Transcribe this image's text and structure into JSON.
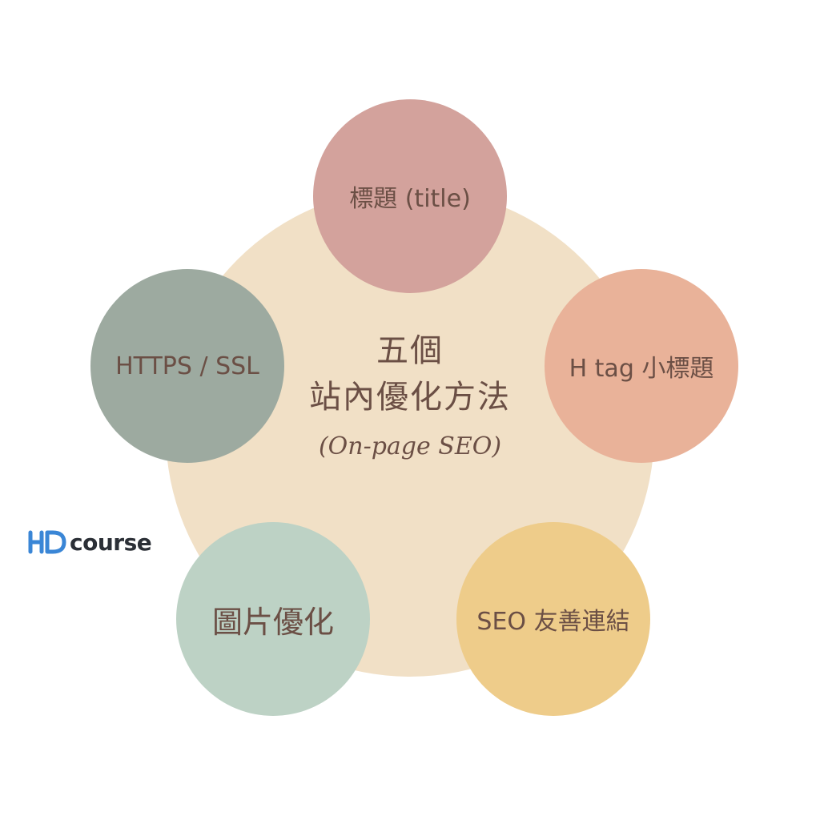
{
  "center": {
    "line1": "五個",
    "line2": "站內優化方法",
    "subtitle": "(On-page SEO)",
    "color": "#f1e0c6"
  },
  "nodes": [
    {
      "label": "標題 (title)",
      "color": "#d3a29c"
    },
    {
      "label": "H tag 小標題",
      "color": "#e9b299"
    },
    {
      "label": "SEO 友善連結",
      "color": "#eecc8a"
    },
    {
      "label": "圖片優化",
      "color": "#bdd2c5"
    },
    {
      "label": "HTTPS / SSL",
      "color": "#9daaa0"
    }
  ],
  "logo": {
    "mark_text": "HD",
    "text": "course",
    "mark_color": "#3a86d6",
    "text_color": "#2b2f36"
  },
  "text_color": "#6b4f45"
}
